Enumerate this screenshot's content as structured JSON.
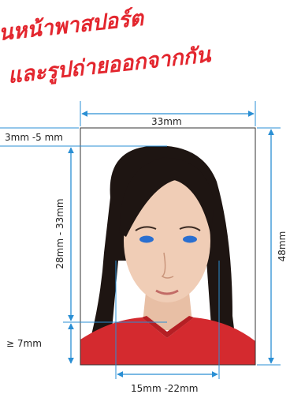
{
  "headline": {
    "line1": "นหน้าพาสปอร์ต",
    "line2": "และรูปถ่ายออกจากกัน"
  },
  "dimensions": {
    "photo_width": "33mm",
    "photo_height": "48mm",
    "top_margin": "3mm -5 mm",
    "head_height": "28mm - 33mm",
    "bottom_margin": "≥ 7mm",
    "face_width": "15mm -22mm"
  },
  "colors": {
    "headline": "#e3262e",
    "guide_lines": "#2a8fd4",
    "frame": "#333333",
    "shirt": "#d42a2f",
    "hair": "#1e1512",
    "skin": "#f0cdb6"
  }
}
